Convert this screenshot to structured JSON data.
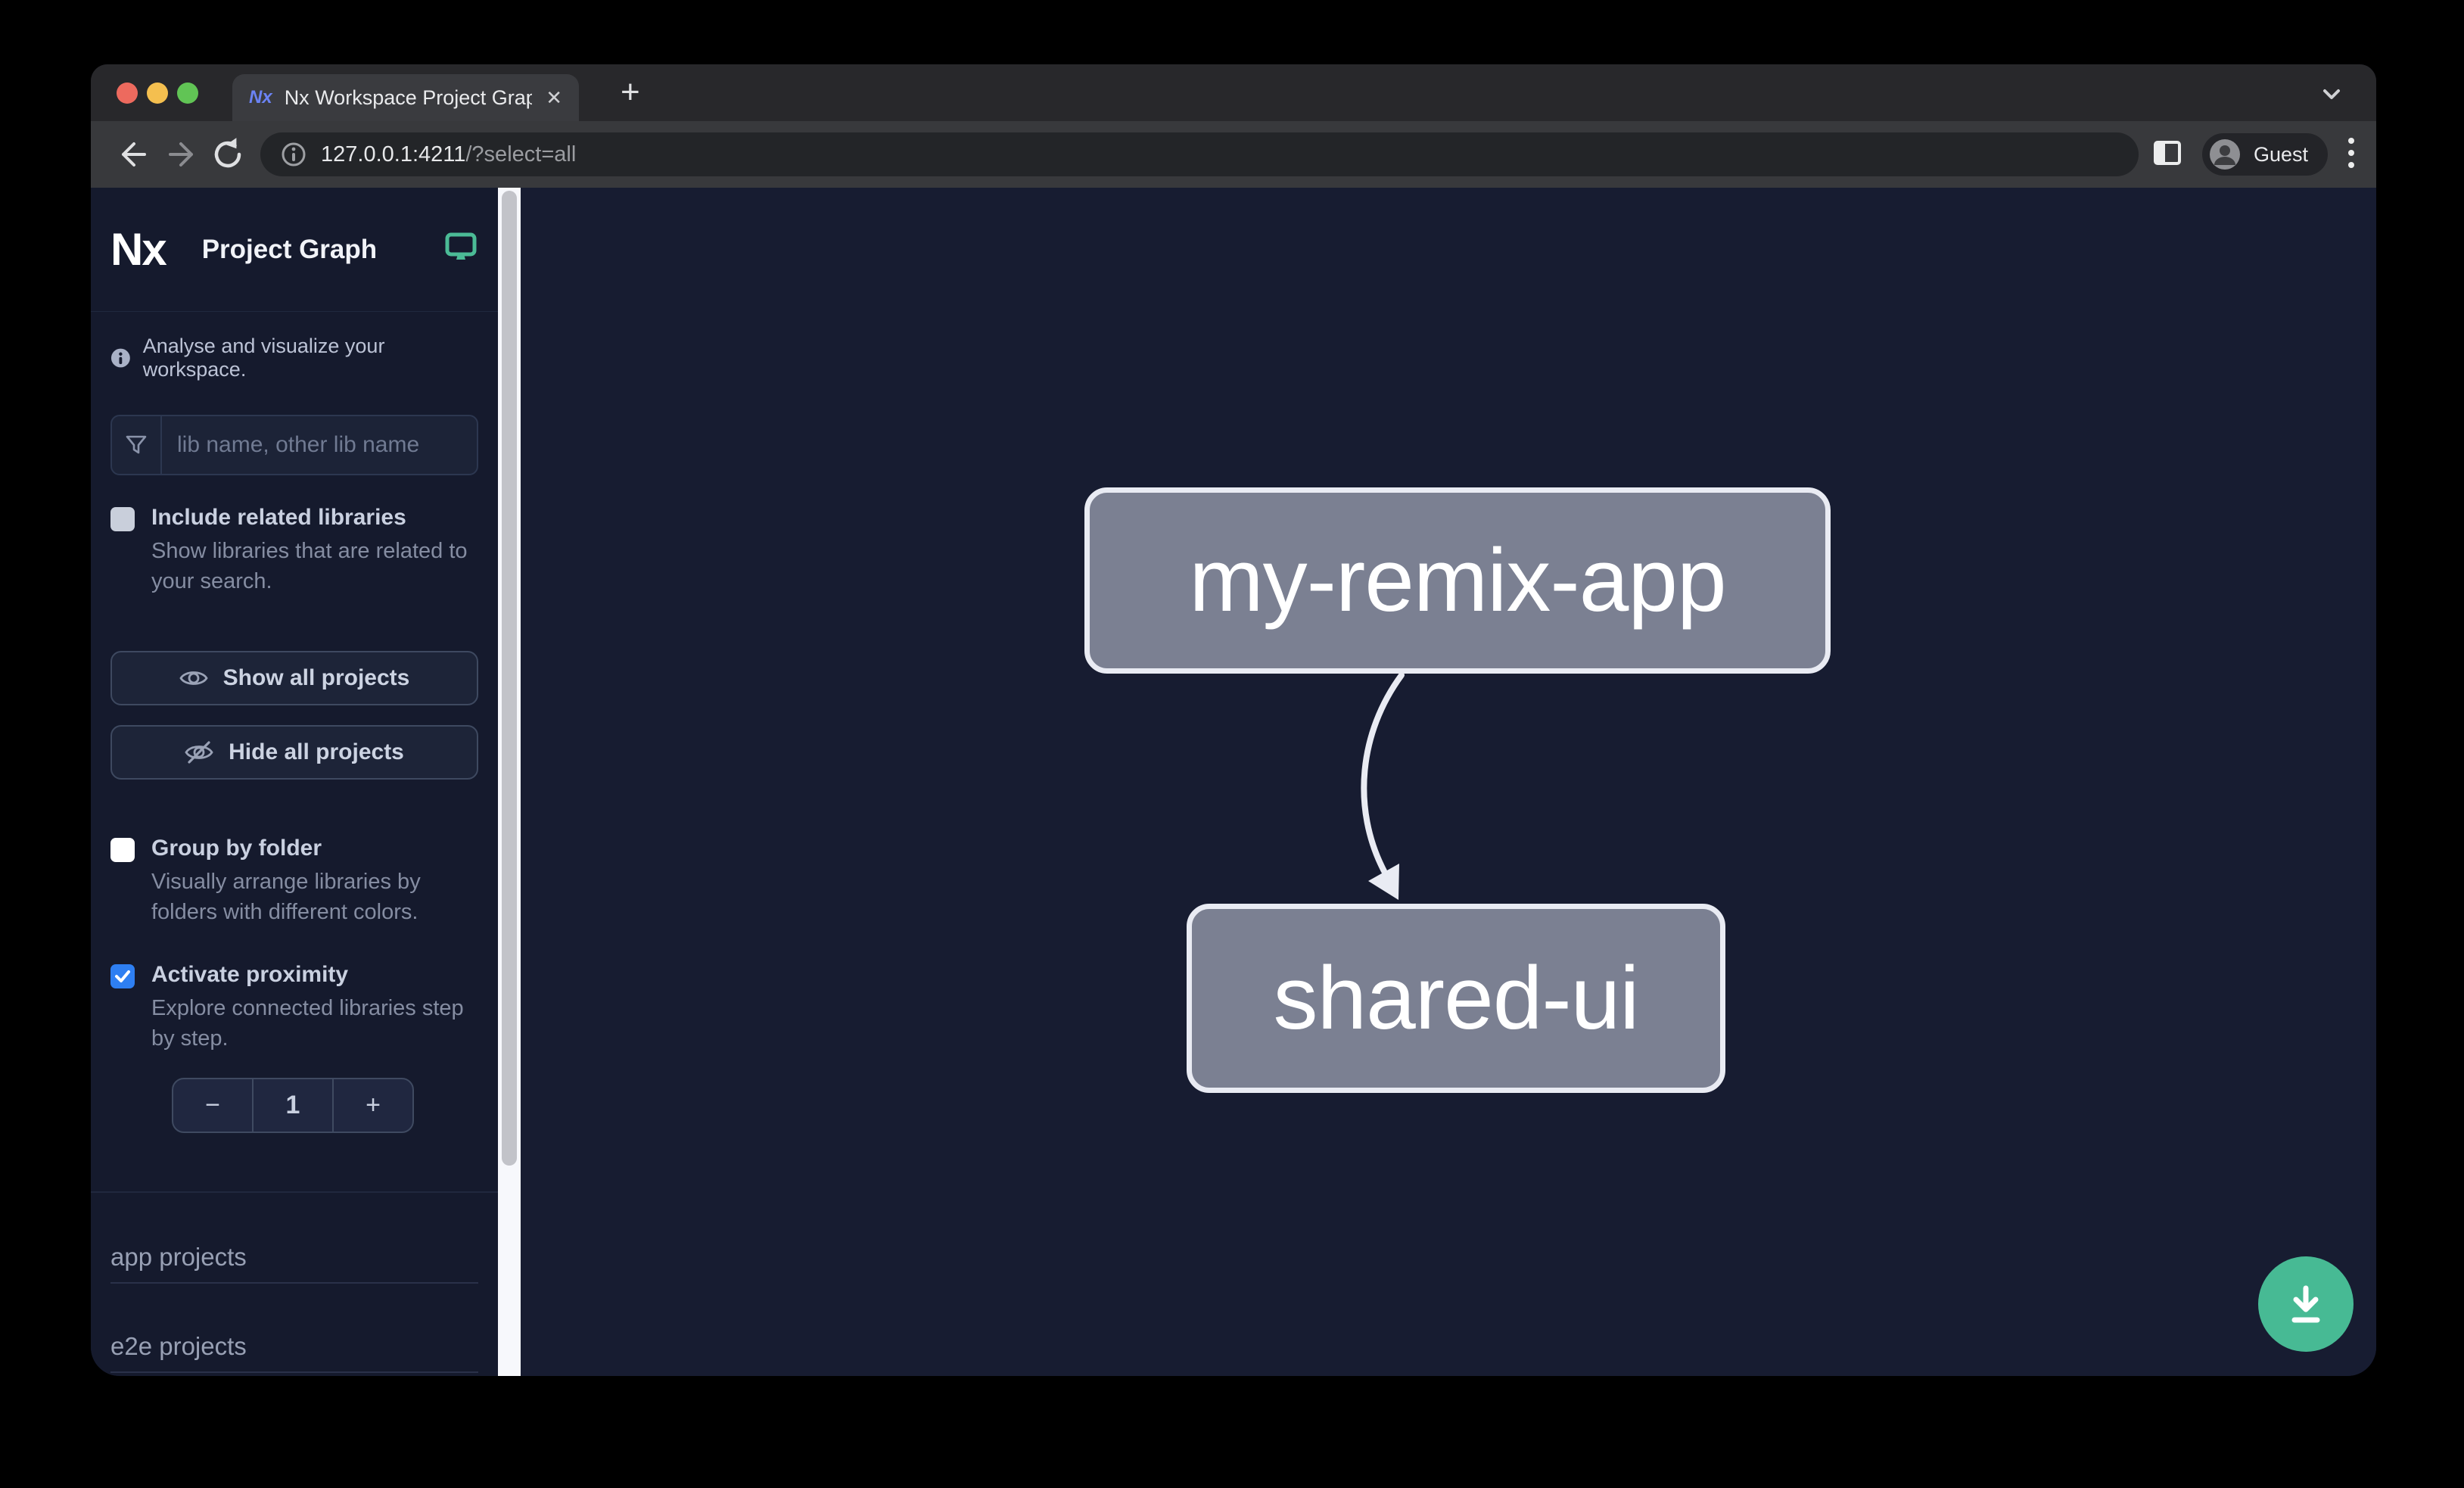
{
  "browser": {
    "tab": {
      "title": "Nx Workspace Project Graph",
      "favicon_text": "Nx",
      "close_glyph": "✕",
      "new_tab_glyph": "+"
    },
    "url": {
      "host": "127.0.0.1:4211",
      "path": "/?select=all"
    },
    "profile": {
      "label": "Guest"
    }
  },
  "sidebar": {
    "logo_text": "Nx",
    "app_title": "Project Graph",
    "tagline": "Analyse and visualize your workspace.",
    "filter": {
      "placeholder": "lib name, other lib name"
    },
    "options": [
      {
        "label": "Include related libraries",
        "description": "Show libraries that are related to your search.",
        "checked": false
      },
      {
        "label": "Group by folder",
        "description": "Visually arrange libraries by folders with different colors.",
        "checked": false
      },
      {
        "label": "Activate proximity",
        "description": "Explore connected libraries step by step.",
        "checked": true
      }
    ],
    "buttons": [
      {
        "label": "Show all projects",
        "icon": "eye-icon"
      },
      {
        "label": "Hide all projects",
        "icon": "eye-off-icon"
      }
    ],
    "stepper": {
      "decrement_glyph": "−",
      "value": "1",
      "increment_glyph": "+"
    },
    "sections": [
      {
        "label": "app projects"
      },
      {
        "label": "e2e projects"
      }
    ]
  },
  "graph": {
    "nodes": [
      {
        "id": "my-remix-app",
        "label": "my-remix-app",
        "type": "app"
      },
      {
        "id": "shared-ui",
        "label": "shared-ui",
        "type": "lib"
      }
    ],
    "edges": [
      {
        "source": "my-remix-app",
        "target": "shared-ui"
      }
    ]
  },
  "colors": {
    "accent_green": "#47ba94",
    "checkbox_checked_blue": "#2e7ff2",
    "node_fill": "#7b8092",
    "node_border": "#e9ebf3",
    "canvas_bg": "#171c31",
    "sidebar_bg": "#151a2d",
    "traffic_red": "#ed6a5e",
    "traffic_yellow": "#f4bf4f",
    "traffic_green": "#61c455"
  }
}
